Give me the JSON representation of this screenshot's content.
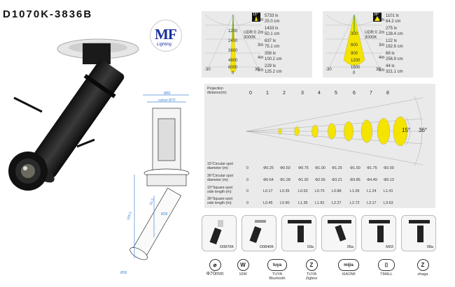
{
  "title": "D1070K-3836B",
  "logo": {
    "mark": "MF",
    "tagline": "Lighting"
  },
  "diagram_dims": {
    "top_width": "Ø80",
    "cutout": "cutout Ø70",
    "depth": "81.5",
    "length": "168.5",
    "tilt": "Ø38",
    "lens": "Ø58"
  },
  "chart_left": {
    "angle": "15°",
    "rings": [
      "1200",
      "2400",
      "3600",
      "4800",
      "6000"
    ],
    "center": "0",
    "left": "-30",
    "right": "30",
    "unit": "UDR:0\n3000K",
    "rows": [
      {
        "m": "1m",
        "lx": "5733 lx",
        "cm": "25.0 cm"
      },
      {
        "m": "2m",
        "lx": "1433 lx",
        "cm": "50.1 cm"
      },
      {
        "m": "3m",
        "lx": "637 lx",
        "cm": "75.1 cm"
      },
      {
        "m": "4m",
        "lx": "358 lx",
        "cm": "100.2 cm"
      },
      {
        "m": "5m",
        "lx": "229 lx",
        "cm": "125.2 cm"
      }
    ]
  },
  "chart_right": {
    "angle": "36°",
    "rings": [
      "300",
      "600",
      "900",
      "1200",
      "1500"
    ],
    "center": "0",
    "left": "-30",
    "right": "30",
    "unit": "UDR:0\n3000K",
    "rows": [
      {
        "m": "1m",
        "lx": "1101 lx",
        "cm": "64.2 cm"
      },
      {
        "m": "2m",
        "lx": "275 lx",
        "cm": "128.4 cm"
      },
      {
        "m": "3m",
        "lx": "122 lx",
        "cm": "192.6 cm"
      },
      {
        "m": "4m",
        "lx": "68 lx",
        "cm": "256.9 cm"
      },
      {
        "m": "5m",
        "lx": "44 lx",
        "cm": "321.1 cm"
      }
    ]
  },
  "projection": {
    "label": "Projection\ndistance(m):",
    "distances": [
      "0",
      "1",
      "2",
      "3",
      "4",
      "5",
      "6",
      "7",
      "8"
    ],
    "angle_15": "15°",
    "angle_36": "36°",
    "row_labels": [
      "15°Circular spot\ndiameter (m):",
      "36°Circular spot\ndiameter (m):",
      "15°Square-spot\nside length (m):",
      "36°Square-spot\nside length (m):"
    ],
    "rows": [
      [
        "0",
        "Φ0.25",
        "Φ0.50",
        "Φ0.75",
        "Φ1.00",
        "Φ1.25",
        "Φ1.50",
        "Φ1.75",
        "Φ2.00"
      ],
      [
        "0",
        "Φ0.64",
        "Φ1.28",
        "Φ1.92",
        "Φ2.56",
        "Φ3.21",
        "Φ3.85",
        "Φ4.49",
        "Φ5.13"
      ],
      [
        "0",
        "L0.17",
        "L0.35",
        "L0.53",
        "L0.70",
        "L0.88",
        "L1.06",
        "L1.24",
        "L1.41"
      ],
      [
        "0",
        "L0.45",
        "L0.90",
        "L1.36",
        "L1.81",
        "L2.27",
        "L2.72",
        "L3.17",
        "L3.63"
      ]
    ]
  },
  "mounts": [
    "D0870K",
    "D0840K",
    "03a",
    "05a",
    "M03",
    "08a"
  ],
  "features": [
    {
      "icon": "diameter-icon",
      "glyph": "⌀",
      "caption": "Φ70mm"
    },
    {
      "icon": "watt-icon",
      "glyph": "W",
      "caption": "10W"
    },
    {
      "icon": "tuya-icon",
      "glyph": "tuya",
      "caption": "TUYA\nBluetooth"
    },
    {
      "icon": "zigbee-icon",
      "glyph": "Z",
      "caption": "TUYA\nZigbee"
    },
    {
      "icon": "mijia-icon",
      "glyph": "mijia",
      "caption": "XIAOMI"
    },
    {
      "icon": "tmall-icon",
      "glyph": "⌷",
      "caption": "TMALL"
    },
    {
      "icon": "zhaga-icon",
      "glyph": "Z",
      "caption": "zhaga"
    }
  ]
}
